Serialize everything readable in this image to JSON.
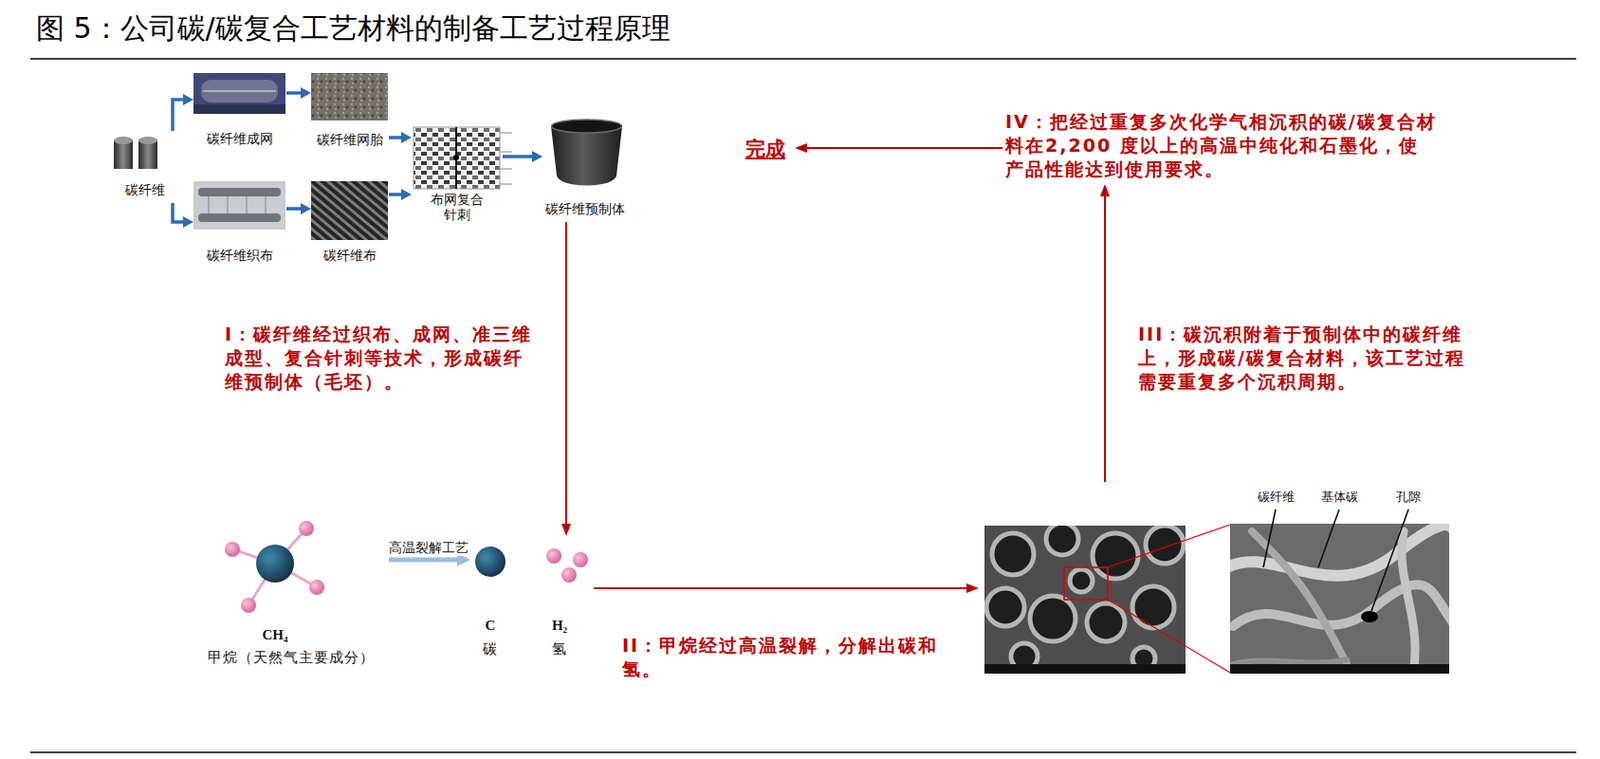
{
  "diagram": {
    "title": "图 5：公司碳/碳复合工艺材料的制备工艺过程原理",
    "nodes": [
      {
        "text": [
          "碳纤维"
        ]
      },
      {
        "text": [
          "碳纤维成网"
        ]
      },
      {
        "text": [
          "碳纤维网胎"
        ]
      },
      {
        "text": [
          "碳纤维织布"
        ]
      },
      {
        "text": [
          "碳纤维布"
        ]
      },
      {
        "text": [
          "布网复合针刺"
        ]
      },
      {
        "text": [
          "碳纤维预制体"
        ]
      },
      {
        "text": [
          "CH₄",
          "甲烷（天然气主要成分）"
        ]
      },
      {
        "text": [
          "C",
          "碳"
        ]
      },
      {
        "text": [
          "H₂",
          "氢"
        ]
      },
      {
        "text": [
          "碳纤维",
          "基体碳",
          "孔隙"
        ]
      },
      {
        "text": [
          "IV：把经过重复多次化学气相沉积的碳/碳复合材料在2,200 度以上的高温中纯化和石墨化，使产品性能达到使用要求。"
        ]
      },
      {
        "text": [
          "完成"
        ]
      }
    ],
    "edges": [
      {
        "from": 0,
        "to": 1,
        "arrow": "to"
      },
      {
        "from": 0,
        "to": 3,
        "arrow": "to"
      },
      {
        "from": 1,
        "to": 2,
        "arrow": "to"
      },
      {
        "from": 3,
        "to": 4,
        "arrow": "to"
      },
      {
        "from": 2,
        "to": 5,
        "arrow": "to"
      },
      {
        "from": 4,
        "to": 5,
        "arrow": "to"
      },
      {
        "from": 5,
        "to": 6,
        "arrow": "to"
      },
      {
        "from": 7,
        "to": 8,
        "label": "高温裂解工艺",
        "arrow": "to"
      },
      {
        "from": 6,
        "to": 9,
        "label": "I：碳纤维经过织布、成网、准三维成型、复合针刺等技术，形成碳纤维预制体（毛坯）。",
        "arrow": "to"
      },
      {
        "from": 9,
        "to": 10,
        "label": "II：甲烷经过高温裂解，分解出碳和氢。",
        "arrow": "to"
      },
      {
        "from": 10,
        "to": 11,
        "label": "III：碳沉积附着于预制体中的碳纤维上，形成碳/碳复合材料，该工艺过程需要重复多个沉积周期。",
        "arrow": "to"
      },
      {
        "from": 11,
        "to": 12,
        "arrow": "to"
      }
    ]
  }
}
